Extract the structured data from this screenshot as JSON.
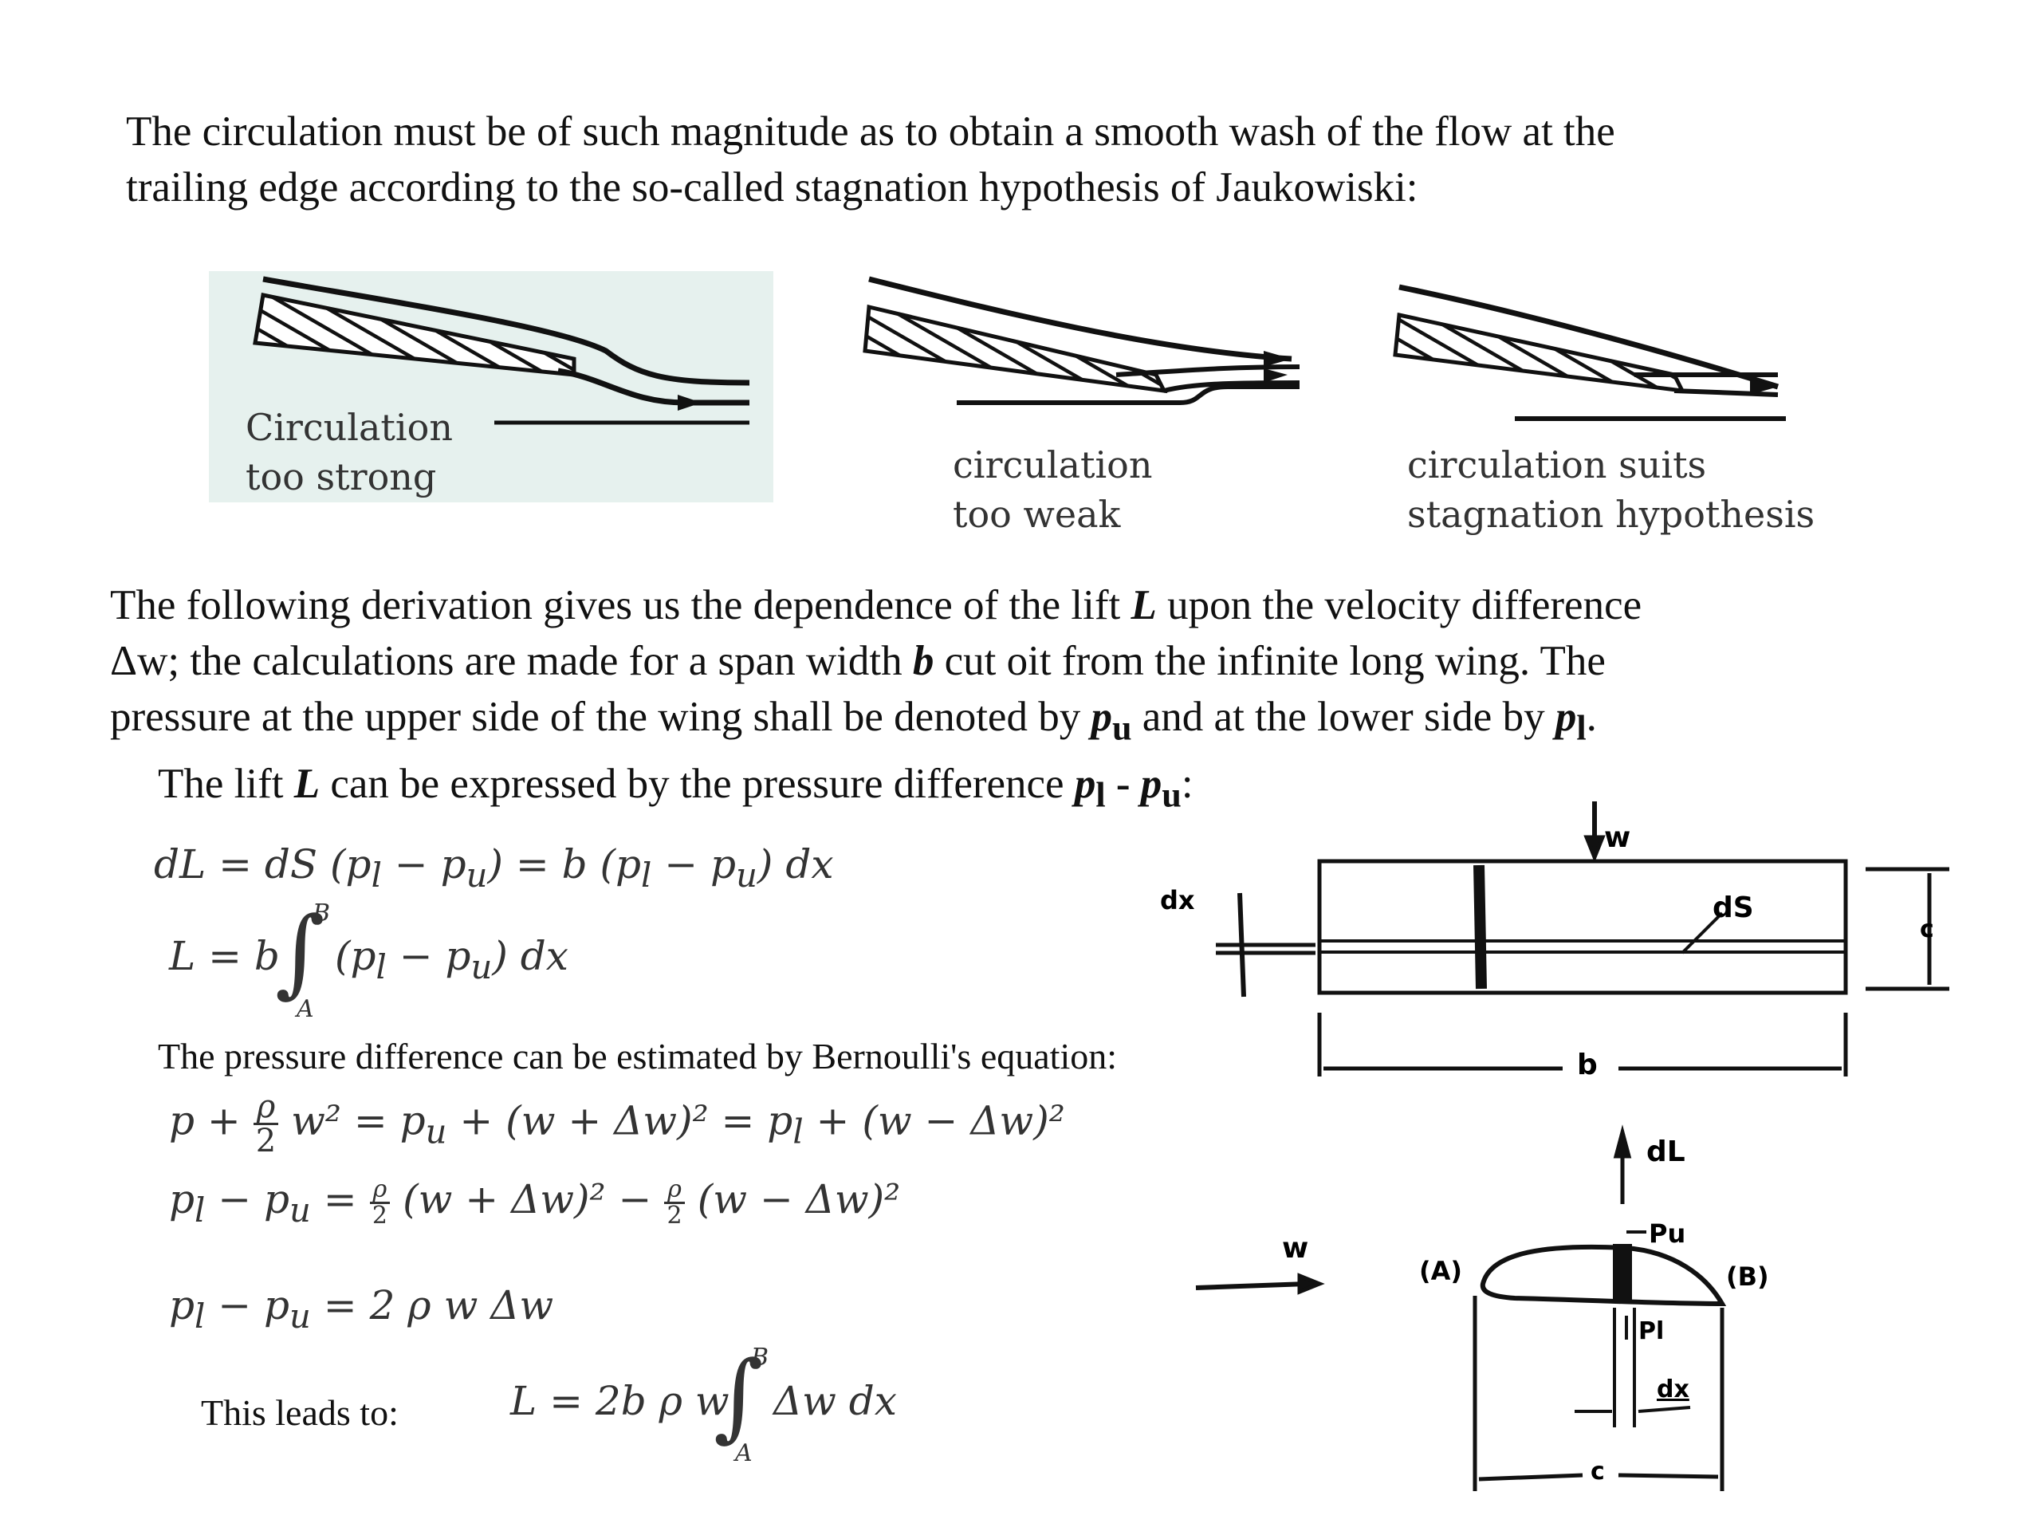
{
  "intro": {
    "line1": "The circulation must be of such magnitude as to obtain a smooth wash of the flow at the",
    "line2": "trailing edge according to the so-called stagnation hypothesis of Jaukowiski:"
  },
  "figures": [
    {
      "line1": "Circulation",
      "line2": "too strong"
    },
    {
      "line1": "circulation",
      "line2": "too weak"
    },
    {
      "line1": "circulation suits",
      "line2": "stagnation hypothesis"
    }
  ],
  "derivation": {
    "l1_a": "The following derivation gives us the dependence of the lift ",
    "L": "L",
    "l1_b": " upon the velocity difference",
    "l2_a": "Δw; the calculations are made for a span width ",
    "b": "b",
    "l2_b": " cut oit from the infinite long wing. The",
    "l3_a": "pressure at the upper side of the wing shall be denoted by ",
    "p": "p",
    "u": "u",
    "l3_b": " and at the lower side by ",
    "l": "l",
    "l3_end": "."
  },
  "lift_text": {
    "a": "The lift ",
    "L": "L",
    "b": " can be expressed by the pressure difference ",
    "pl": "p",
    "l_sub": "l",
    "dash": " - ",
    "pu": "p",
    "u_sub": "u",
    "colon": ":"
  },
  "eq1": {
    "text": "dL = dS (p",
    "s1": "l",
    "mid": " − p",
    "s2": "u",
    "mid2": ") = b (p",
    "s3": "l",
    "mid3": " − p",
    "s4": "u",
    "end": ") dx"
  },
  "eq2": {
    "lhs": "L = b",
    "upper": "B",
    "lower": "A",
    "integrand": "(p",
    "s1": "l",
    "mid": " − p",
    "s2": "u",
    "end": ")  dx"
  },
  "bernoulli_text": "The pressure difference can be estimated by Bernoulli's equation:",
  "eq3": {
    "p": "p +",
    "rho": "ρ",
    "two": "2",
    "rest_a": " w² = p",
    "s1": "u",
    "rest_b": " + (w + Δw)² = p",
    "s2": "l",
    "rest_c": " + (w − Δw)²"
  },
  "eq4": {
    "a": "p",
    "s1": "l",
    "b": " − p",
    "s2": "u",
    "c": " = ",
    "rho": "ρ",
    "two": "2",
    "d": " (w + Δw)² −",
    "e": " (w − Δw)²"
  },
  "eq5": {
    "a": "p",
    "s1": "l",
    "b": " − p",
    "s2": "u",
    "c": " = 2 ρ w Δw"
  },
  "leads_text": "This leads to:",
  "eq6": {
    "lhs": "L = 2b ρ w",
    "upper": "B",
    "lower": "A",
    "integrand": "Δw dx"
  },
  "wing_diagram": {
    "w": "w",
    "dx": "dx",
    "ds": "dS",
    "b": "b",
    "c": "c"
  },
  "airfoil_diagram": {
    "dL": "dL",
    "w": "w",
    "A": "(A)",
    "B": "(B)",
    "pu": "Pu",
    "pl": "Pl",
    "dx": "dx",
    "c": "c"
  }
}
